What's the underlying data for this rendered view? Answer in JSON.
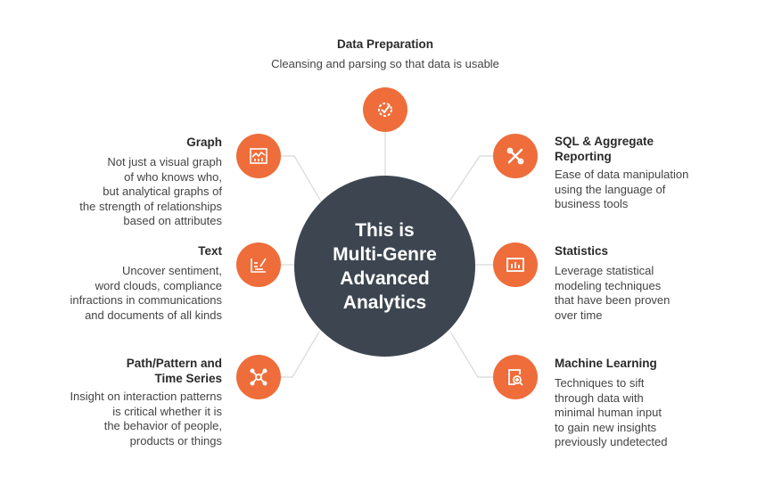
{
  "hub": {
    "lines": [
      "This is",
      "Multi-Genre",
      "Advanced",
      "Analytics"
    ]
  },
  "colors": {
    "accent": "#ee6d3a",
    "hub": "#3d4650",
    "line": "#d8d8d8"
  },
  "nodes": [
    {
      "id": "data-preparation",
      "icon": "gear-check-icon",
      "title": [
        "Data Preparation"
      ],
      "body": [
        "Cleansing and parsing so that data is usable"
      ]
    },
    {
      "id": "graph",
      "icon": "graph-chart-icon",
      "title": [
        "Graph"
      ],
      "body": [
        "Not just a visual graph",
        "of who knows who,",
        "but analytical graphs of",
        "the strength of relationships",
        "based on attributes"
      ]
    },
    {
      "id": "sql",
      "icon": "tools-icon",
      "title": [
        "SQL & Aggregate",
        "Reporting"
      ],
      "body": [
        "Ease of data manipulation",
        "using the language of",
        "business tools"
      ]
    },
    {
      "id": "text",
      "icon": "text-edit-icon",
      "title": [
        "Text"
      ],
      "body": [
        "Uncover sentiment,",
        "word clouds, compliance",
        "infractions in communications",
        "and documents of all kinds"
      ]
    },
    {
      "id": "statistics",
      "icon": "bar-chart-icon",
      "title": [
        "Statistics"
      ],
      "body": [
        "Leverage statistical",
        "modeling techniques",
        "that have been proven",
        "over time"
      ]
    },
    {
      "id": "path",
      "icon": "network-icon",
      "title": [
        "Path/Pattern and",
        "Time Series"
      ],
      "body": [
        "Insight on interaction patterns",
        "is critical whether it is",
        "the behavior of people,",
        "products or things"
      ]
    },
    {
      "id": "ml",
      "icon": "document-search-icon",
      "title": [
        "Machine Learning"
      ],
      "body": [
        "Techniques to sift",
        "through data with",
        "minimal human input",
        "to gain new insights",
        "previously undetected"
      ]
    }
  ]
}
